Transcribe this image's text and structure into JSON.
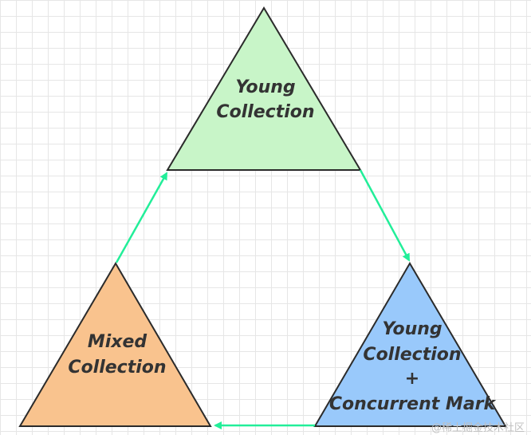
{
  "diagram": {
    "colors": {
      "young": "#c8f5c8",
      "mixed": "#f9c38e",
      "young_concurrent": "#99c9fb",
      "arrow": "#22ee99",
      "outline": "#2b2b2b"
    },
    "nodes": {
      "young": {
        "line1": "Young",
        "line2": "Collection"
      },
      "young_concurrent": {
        "line1": "Young",
        "line2": "Collection",
        "line3": "+",
        "line4": "Concurrent Mark"
      },
      "mixed": {
        "line1": "Mixed",
        "line2": "Collection"
      }
    },
    "edges": [
      {
        "from": "Young Collection",
        "to": "Young Collection + Concurrent Mark"
      },
      {
        "from": "Young Collection + Concurrent Mark",
        "to": "Mixed Collection"
      },
      {
        "from": "Mixed Collection",
        "to": "Young Collection"
      }
    ]
  },
  "watermark": "@稀土掘金技术社区"
}
